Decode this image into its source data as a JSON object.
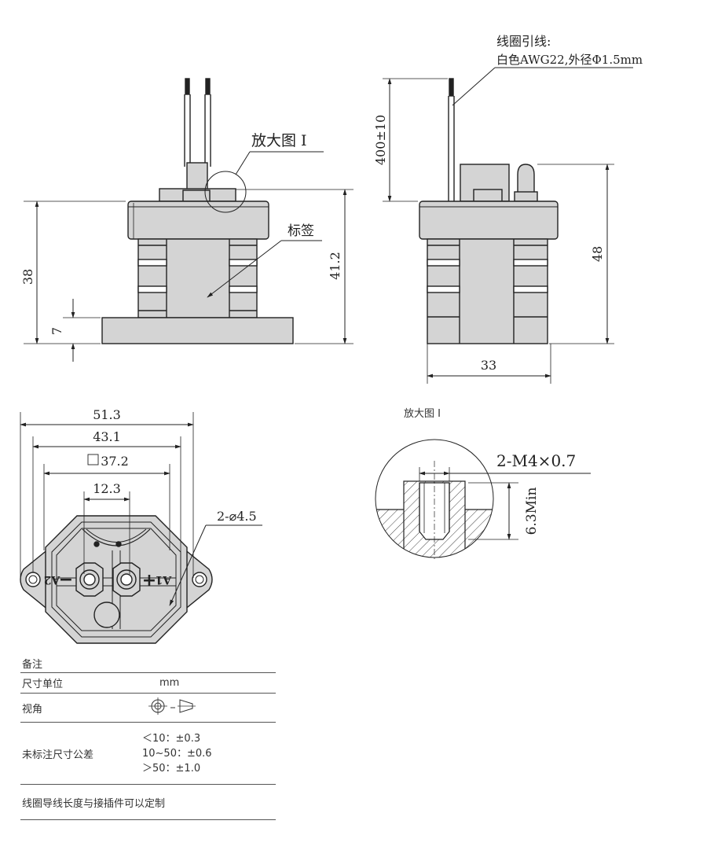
{
  "lead_callout": {
    "line1": "线圈引线:",
    "line2": "白色AWG22,外径Φ1.5mm"
  },
  "front_view": {
    "detail_callout": "放大图 I",
    "label_callout": "标签",
    "dim_height_body": "38",
    "dim_height_total": "41.2",
    "dim_base": "7"
  },
  "side_view": {
    "dim_lead_length": "400±10",
    "dim_height": "48",
    "dim_width": "33"
  },
  "bottom_view": {
    "dim_overall": "51.3",
    "dim_holes": "43.1",
    "dim_square": "37.2",
    "dim_terminals": "12.3",
    "dim_hole_dia": "2-⌀4.5",
    "mark_a2": "A2",
    "mark_a1": "A1"
  },
  "detail_view": {
    "title": "放大图 I",
    "thread": "2-M4×0.7",
    "depth": "6.3Min"
  },
  "table": {
    "header": "备注",
    "rows": [
      {
        "label": "尺寸单位",
        "value": "mm"
      },
      {
        "label": "视角",
        "value": ""
      }
    ],
    "tolerance_label": "未标注尺寸公差",
    "tolerances": [
      "＜10：±0.3",
      "10~50：±0.6",
      "＞50：±1.0"
    ],
    "footer": "线圈导线长度与接插件可以定制"
  },
  "colors": {
    "body_fill": "#d4d4d4",
    "line": "#222222"
  }
}
